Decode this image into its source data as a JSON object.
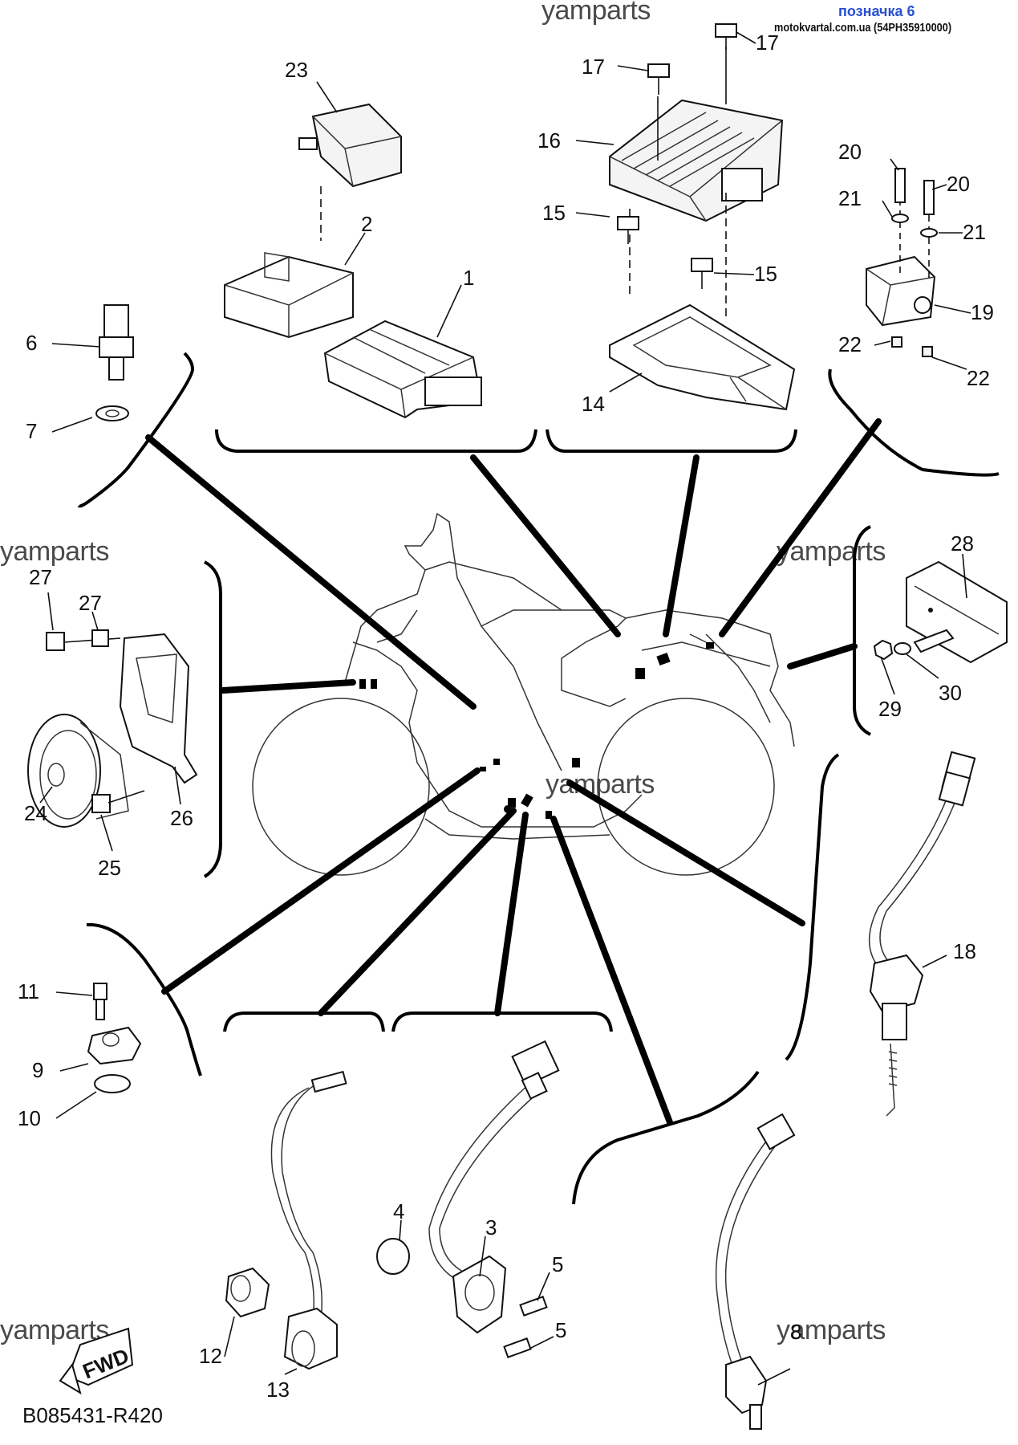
{
  "header": {
    "title": "позначка 6",
    "source": "motokvartal.com.ua (54PH35910000)"
  },
  "watermarks": [
    "yamparts",
    "yamparts",
    "yamparts",
    "yamparts",
    "yamparts",
    "yamparts"
  ],
  "diagram_code": "B085431-R420",
  "fwd_label": "FWD",
  "callouts": [
    "1",
    "2",
    "3",
    "4",
    "5",
    "5",
    "6",
    "7",
    "8",
    "9",
    "10",
    "11",
    "12",
    "13",
    "14",
    "15",
    "15",
    "16",
    "17",
    "17",
    "18",
    "19",
    "20",
    "20",
    "21",
    "21",
    "22",
    "22",
    "23",
    "24",
    "25",
    "26",
    "27",
    "27",
    "28",
    "29",
    "30"
  ]
}
